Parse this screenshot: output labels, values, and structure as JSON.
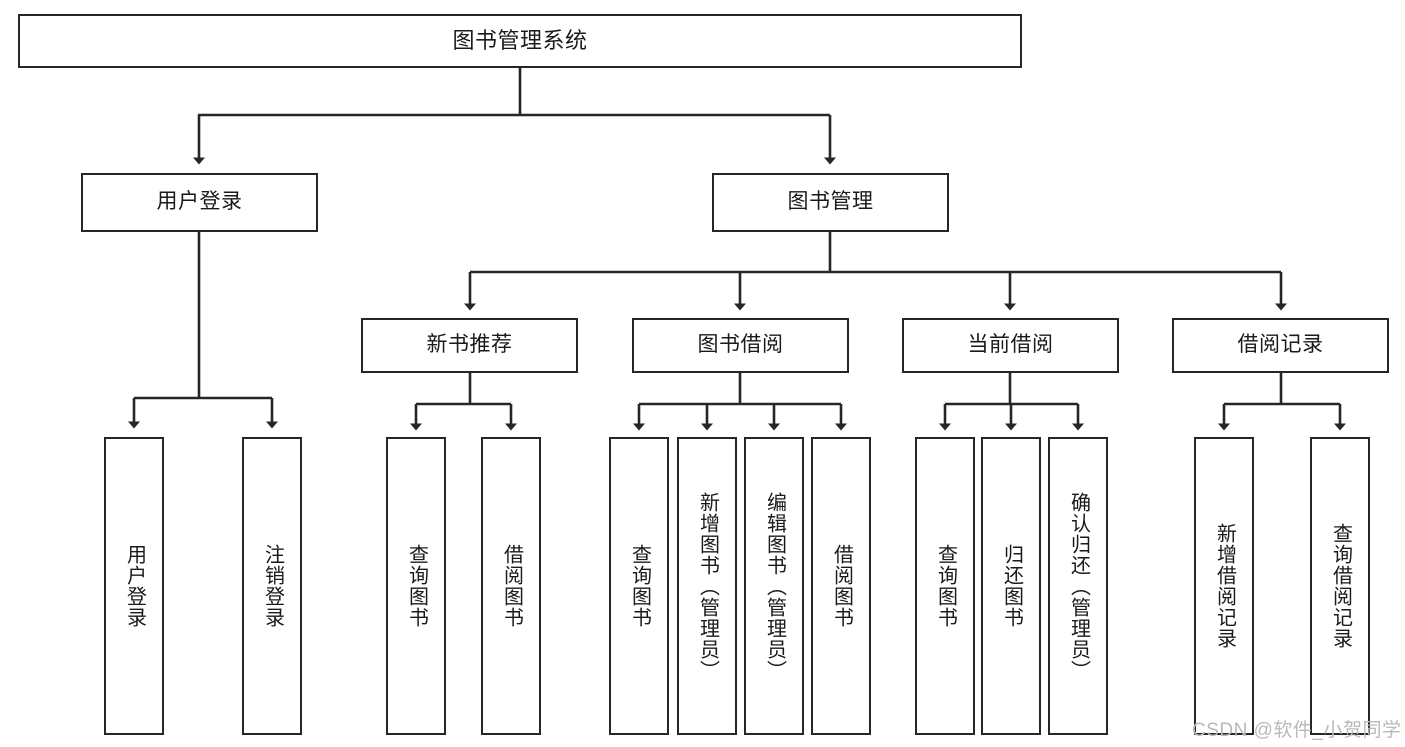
{
  "diagram": {
    "type": "tree",
    "title": "图书管理系统",
    "orientation": "top-down",
    "colors": {
      "box_border": "#262626",
      "box_fill": "#ffffff",
      "connector": "#262626",
      "text": "#1a1a1a",
      "watermark": "#b9b9b9",
      "background": "#ffffff"
    },
    "nodes": {
      "root": {
        "label": "图书管理系统"
      },
      "level2": [
        {
          "label": "用户登录"
        },
        {
          "label": "图书管理"
        }
      ],
      "level3": [
        {
          "label": "新书推荐"
        },
        {
          "label": "图书借阅"
        },
        {
          "label": "当前借阅"
        },
        {
          "label": "借阅记录"
        }
      ],
      "leaves_user_login": [
        {
          "label": "用户登录"
        },
        {
          "label": "注销登录"
        }
      ],
      "leaves_new_book": [
        {
          "label": "查询图书"
        },
        {
          "label": "借阅图书"
        }
      ],
      "leaves_borrow": [
        {
          "label": "查询图书"
        },
        {
          "label": "新增图书（管理员）"
        },
        {
          "label": "编辑图书（管理员）"
        },
        {
          "label": "借阅图书"
        }
      ],
      "leaves_current": [
        {
          "label": "查询图书"
        },
        {
          "label": "归还图书"
        },
        {
          "label": "确认归还（管理员）"
        }
      ],
      "leaves_record": [
        {
          "label": "新增借阅记录"
        },
        {
          "label": "查询借阅记录"
        }
      ]
    },
    "watermark": "CSDN @软件_小贺同学"
  }
}
